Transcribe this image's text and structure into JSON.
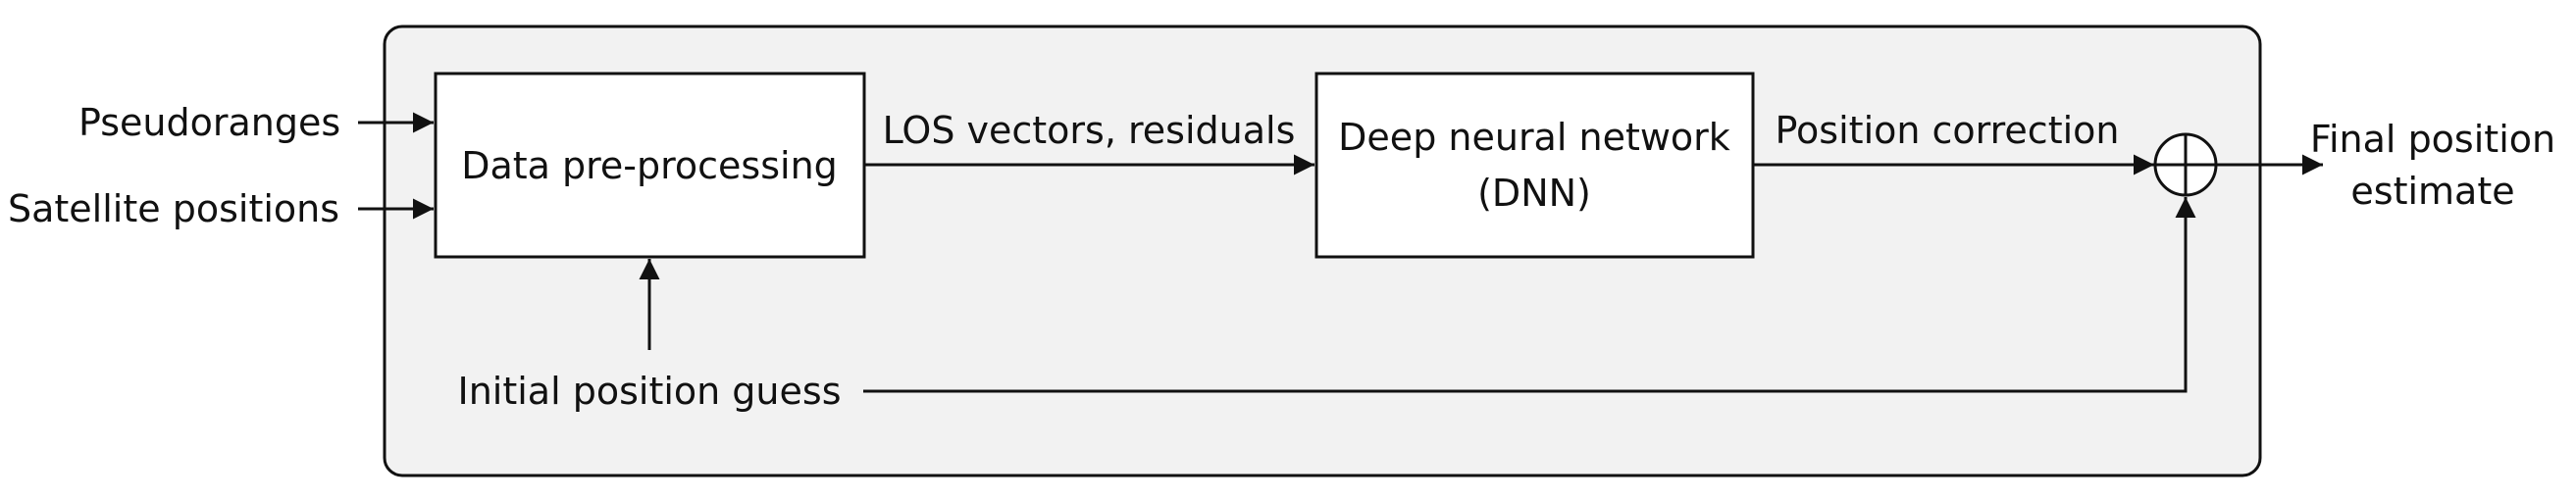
{
  "inputs": {
    "pseudoranges": "Pseudoranges",
    "satellite_positions": "Satellite positions",
    "initial_guess": "Initial position guess"
  },
  "blocks": {
    "preprocessing": "Data pre-processing",
    "dnn_line1": "Deep neural network",
    "dnn_line2": "(DNN)"
  },
  "edges": {
    "los_residuals": "LOS vectors, residuals",
    "position_correction": "Position correction"
  },
  "output": {
    "line1": "Final position",
    "line2": "estimate"
  },
  "colors": {
    "container_fill": "#f2f2f2",
    "stroke": "#111111",
    "box_fill": "#ffffff"
  },
  "icons": {
    "summing_junction": "circle-plus-icon"
  }
}
